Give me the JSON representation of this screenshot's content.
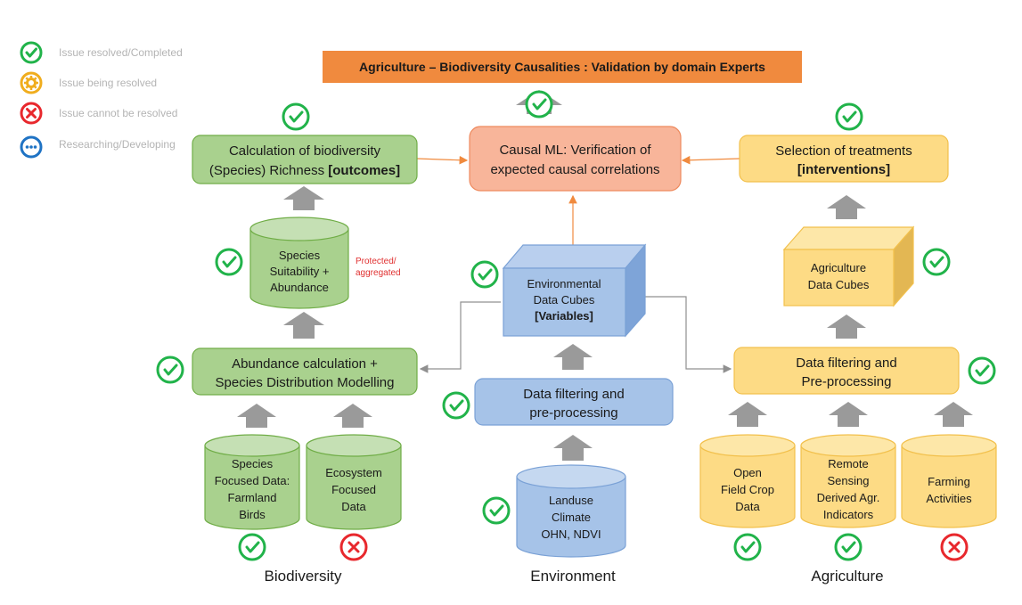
{
  "colors": {
    "green": "#21b34a",
    "orange_status": "#f0ad1e",
    "red": "#e8282d",
    "blue": "#1f73c4",
    "title_bg": "#f08a3e",
    "causal_fill": "#f8b59a",
    "bio_fill": "#a9d18e",
    "env_fill": "#a6c3e8",
    "agr_fill": "#fddb85",
    "arrow_gray": "#9a9a9a"
  },
  "legend": [
    {
      "icon": "check-circle-icon",
      "label": "Issue resolved/Completed"
    },
    {
      "icon": "gear-circle-icon",
      "label": "Issue being resolved"
    },
    {
      "icon": "x-circle-icon",
      "label": "Issue cannot be resolved"
    },
    {
      "icon": "dots-circle-icon",
      "label": "Researching/Developing"
    }
  ],
  "title": "Agriculture – Biodiversity Causalities : Validation by domain Experts",
  "nodes": {
    "causal_ml": [
      "Causal ML: Verification of",
      "expected causal correlations"
    ],
    "richness": [
      "Calculation of  biodiversity",
      "(Species) Richness ",
      "[outcomes]"
    ],
    "treatments": [
      "Selection of treatments",
      "[interventions]"
    ],
    "suitability": [
      "Species",
      "Suitability +",
      "Abundance"
    ],
    "suitability_note": [
      "Protected/",
      "aggregated"
    ],
    "env_cubes": [
      "Environmental",
      "Data Cubes",
      "[Variables]"
    ],
    "agr_cubes": [
      "Agriculture",
      "Data Cubes"
    ],
    "abundance": [
      "Abundance calculation +",
      "Species Distribution Modelling"
    ],
    "env_filter": [
      "Data filtering and",
      "pre-processing"
    ],
    "agr_filter": [
      "Data filtering and",
      "Pre-processing"
    ],
    "species_focused": [
      "Species",
      "Focused Data:",
      "Farmland",
      "Birds"
    ],
    "ecosystem_focused": [
      "Ecosystem",
      "Focused",
      "Data"
    ],
    "landuse": [
      "Landuse",
      "Climate",
      "OHN, NDVI"
    ],
    "open_field": [
      "Open",
      "Field Crop",
      "Data"
    ],
    "remote_sensing": [
      "Remote",
      "Sensing",
      "Derived Agr.",
      "Indicators"
    ],
    "farming": [
      "Farming",
      "Activities"
    ]
  },
  "captions": {
    "biodiversity": "Biodiversity",
    "environment": "Environment",
    "agriculture": "Agriculture"
  },
  "status": {
    "causal_ml": "completed",
    "richness": "completed",
    "treatments": "completed",
    "suitability": "completed",
    "env_cubes": "completed",
    "agr_cubes": "completed",
    "abundance": "completed",
    "env_filter": "completed",
    "agr_filter": "completed",
    "species_focused": "completed",
    "ecosystem_focused": "cannot_be_resolved",
    "landuse": "completed",
    "open_field": "completed",
    "remote_sensing": "completed",
    "farming": "cannot_be_resolved"
  }
}
